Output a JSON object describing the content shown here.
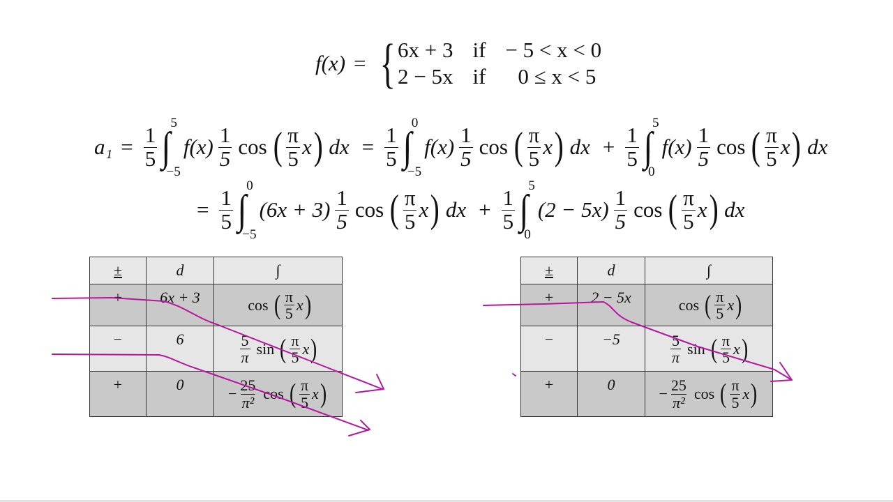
{
  "piecewise": {
    "lhs": "f(x)",
    "equals": "=",
    "cases": [
      {
        "expr": "6x + 3",
        "word": "if",
        "cond": "− 5 < x < 0"
      },
      {
        "expr": "2 − 5x",
        "word": "if",
        "cond": "0 ≤ x < 5"
      }
    ]
  },
  "coefficient_equation": {
    "lhs": "a₁",
    "line1": [
      {
        "op": "=",
        "coef_num": "1",
        "coef_den": "5",
        "lower": "−5",
        "upper": "5",
        "integrand": "f(x)",
        "func": "cos",
        "arg_num": "π",
        "arg_den": "5",
        "arg_var": "x",
        "dx": "dx"
      },
      {
        "op": "=",
        "coef_num": "1",
        "coef_den": "5",
        "lower": "−5",
        "upper": "0",
        "integrand": "f(x)",
        "func": "cos",
        "arg_num": "π",
        "arg_den": "5",
        "arg_var": "x",
        "dx": "dx"
      },
      {
        "op": "+",
        "coef_num": "1",
        "coef_den": "5",
        "lower": "0",
        "upper": "5",
        "integrand": "f(x)",
        "func": "cos",
        "arg_num": "π",
        "arg_den": "5",
        "arg_var": "x",
        "dx": "dx"
      }
    ],
    "line2": [
      {
        "op": "=",
        "coef_num": "1",
        "coef_den": "5",
        "lower": "−5",
        "upper": "0",
        "integrand": "(6x + 3)",
        "func": "cos",
        "arg_num": "π",
        "arg_den": "5",
        "arg_var": "x",
        "dx": "dx"
      },
      {
        "op": "+",
        "coef_num": "1",
        "coef_den": "5",
        "lower": "0",
        "upper": "5",
        "integrand": "(2 − 5x)",
        "func": "cos",
        "arg_num": "π",
        "arg_den": "5",
        "arg_var": "x",
        "dx": "dx"
      }
    ]
  },
  "tables": [
    {
      "headers": [
        "±",
        "d",
        "∫"
      ],
      "rows": [
        {
          "sign": "+",
          "d": "6x + 3",
          "integral": {
            "pre": "",
            "coef_num": "",
            "coef_den": "",
            "func": "cos",
            "arg_num": "π",
            "arg_den": "5",
            "arg_var": "x"
          }
        },
        {
          "sign": "−",
          "d": "6",
          "integral": {
            "pre": "",
            "coef_num": "5",
            "coef_den": "π",
            "func": "sin",
            "arg_num": "π",
            "arg_den": "5",
            "arg_var": "x"
          }
        },
        {
          "sign": "+",
          "d": "0",
          "integral": {
            "pre": "−",
            "coef_num": "25",
            "coef_den": "π²",
            "func": "cos",
            "arg_num": "π",
            "arg_den": "5",
            "arg_var": "x"
          }
        }
      ]
    },
    {
      "headers": [
        "±",
        "d",
        "∫"
      ],
      "rows": [
        {
          "sign": "+",
          "d": "2 − 5x",
          "integral": {
            "pre": "",
            "coef_num": "",
            "coef_den": "",
            "func": "cos",
            "arg_num": "π",
            "arg_den": "5",
            "arg_var": "x"
          }
        },
        {
          "sign": "−",
          "d": "−5",
          "integral": {
            "pre": "",
            "coef_num": "5",
            "coef_den": "π",
            "func": "sin",
            "arg_num": "π",
            "arg_den": "5",
            "arg_var": "x"
          }
        },
        {
          "sign": "+",
          "d": "0",
          "integral": {
            "pre": "−",
            "coef_num": "25",
            "coef_den": "π²",
            "func": "cos",
            "arg_num": "π",
            "arg_den": "5",
            "arg_var": "x"
          }
        }
      ]
    }
  ],
  "colors": {
    "ink": "#b5179e",
    "header_bg": "#e8e8e8",
    "row_dark": "#c9c9c9",
    "row_light": "#e6e6e6"
  }
}
